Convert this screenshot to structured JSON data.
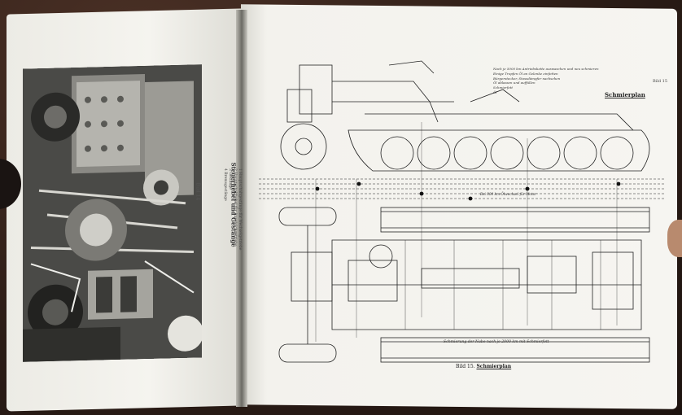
{
  "left_page": {
    "caption_bild": "Bild 14",
    "caption_title": "Steuerhebel und Gestänge",
    "caption_items": [
      "1 Hauptschaltgestänge für Wechselgetriebe",
      "2 Hauptschalthebel für Ausgleichgetriebe",
      "3 Gestänge",
      "4 Bremsgestänge"
    ]
  },
  "right_page": {
    "bild_label": "Bild 15",
    "title": "Schmierplan",
    "legend_lines": [
      "Nach je 5000 km Antriebskette auswaschen und neu schmieren",
      "Einige Tropfen Öl an Gelenke einfetten",
      "Bürgerstecker, Stossdämpfer nachsehen",
      "Öl ablassen und auffüllen",
      "Schmierfett",
      "Öl"
    ],
    "mid_note": "Bei 300 km Ölwechsel für Motor",
    "line_note": "Schmierung der Nabe nach je 2000 km mit Schmierfett",
    "bottom_caption_prefix": "Bild 15.",
    "bottom_caption_title": "Schmierplan"
  }
}
